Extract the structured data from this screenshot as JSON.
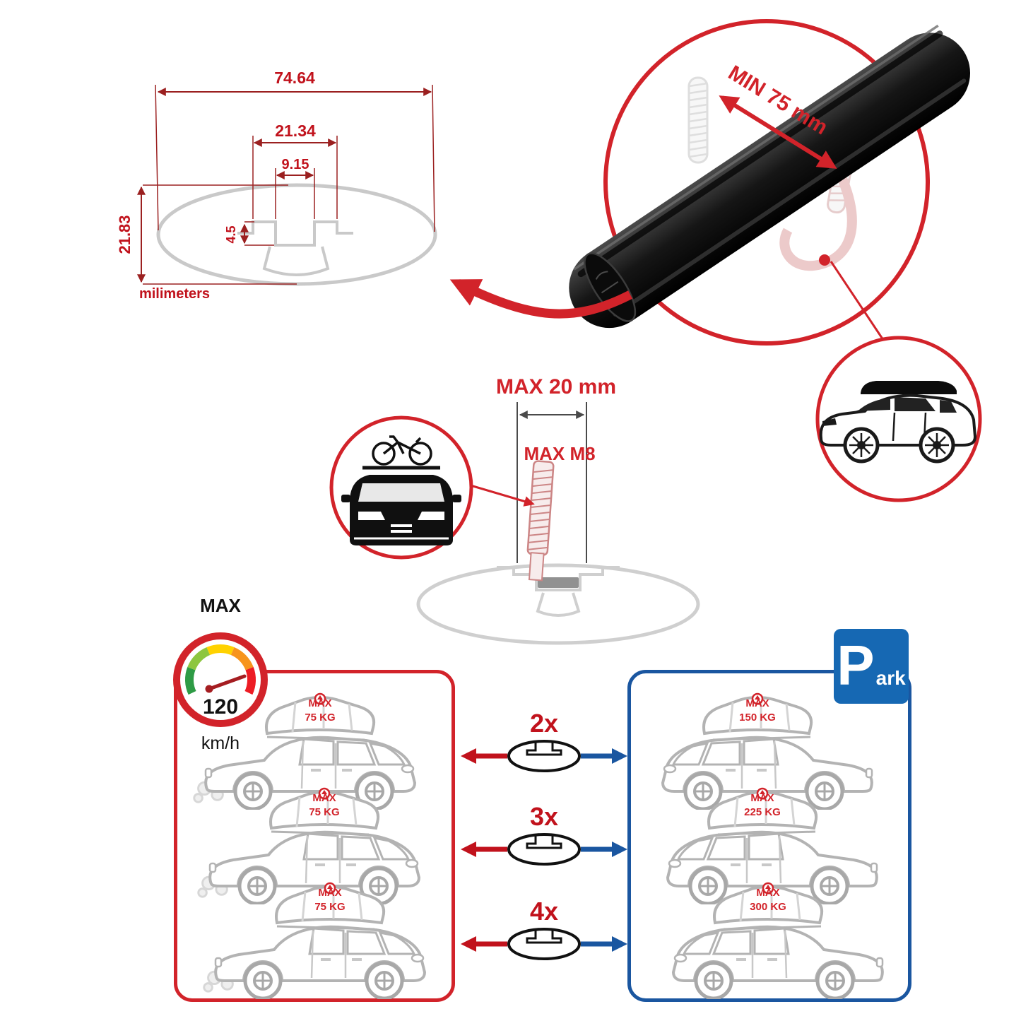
{
  "colors": {
    "accent_red": "#d2232a",
    "accent_blue": "#1a56a0",
    "dimension_red": "#c1121c",
    "ghost_grey": "#c9c9c9"
  },
  "dimension_diagram": {
    "total_width": "74.64",
    "channel_width": "21.34",
    "slot_width": "9.15",
    "step_depth": "4.5",
    "total_height": "21.83",
    "units": "milimeters"
  },
  "bar_detail": {
    "min_label": "MIN 75 mm"
  },
  "bolt_detail": {
    "max_length": "MAX 20 mm",
    "max_thread": "MAX M8"
  },
  "speed_limit": {
    "title": "MAX",
    "value": "120",
    "unit": "km/h"
  },
  "park_sign": {
    "letter": "P",
    "suffix": "ark"
  },
  "load_comparison": {
    "rows": [
      {
        "multiplier": "2x",
        "left_line1": "MAX",
        "left_line2": "75 KG",
        "right_line1": "MAX",
        "right_line2": "150 KG"
      },
      {
        "multiplier": "3x",
        "left_line1": "MAX",
        "left_line2": "75 KG",
        "right_line1": "MAX",
        "right_line2": "225 KG"
      },
      {
        "multiplier": "4x",
        "left_line1": "MAX",
        "left_line2": "75 KG",
        "right_line1": "MAX",
        "right_line2": "300 KG"
      }
    ]
  },
  "icons": {
    "cross_section": "crossbar-cross-section-icon",
    "crossbar_photo": "crossbar-3d-icon",
    "suv_roofbox": "suv-with-roof-box-icon",
    "car_bike": "car-front-with-bike-icon",
    "bolt": "threaded-bolt-icon",
    "speedometer": "speedometer-icon",
    "parking": "parking-sign-icon",
    "cargo_bag": "roof-cargo-bag-icon",
    "arrow_red": "red-arrow-icon",
    "arrow_blue": "blue-arrow-icon"
  }
}
